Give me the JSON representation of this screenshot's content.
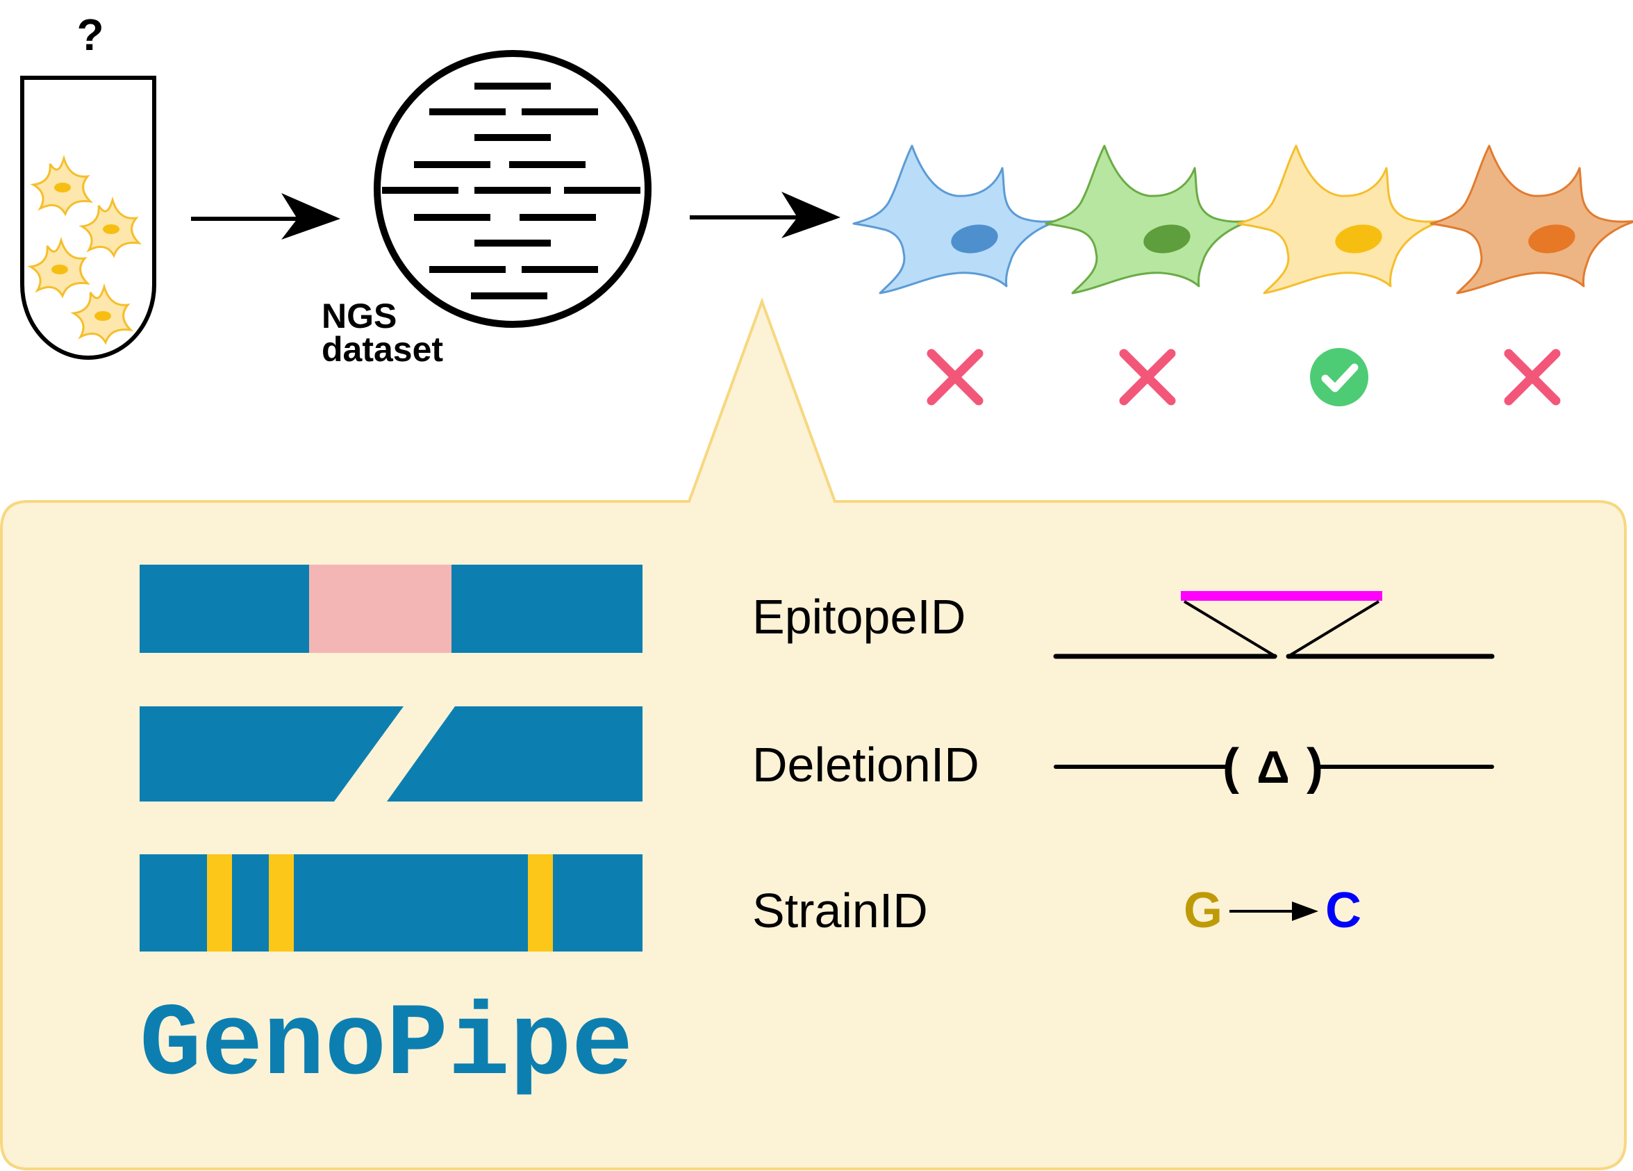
{
  "top": {
    "question_mark": "?",
    "ngs_label_line1": "NGS",
    "ngs_label_line2": "dataset"
  },
  "cells": [
    {
      "name": "blue-cell",
      "fill": "#B9DCF8",
      "stroke": "#5B9BD5",
      "nucleus": "#4E90CE",
      "result": "cross"
    },
    {
      "name": "green-cell",
      "fill": "#B7E6A0",
      "stroke": "#6AAB45",
      "nucleus": "#5E9E3C",
      "result": "cross"
    },
    {
      "name": "yellow-cell",
      "fill": "#FDE7AC",
      "stroke": "#F5BE2C",
      "nucleus": "#F7BE12",
      "result": "check"
    },
    {
      "name": "orange-cell",
      "fill": "#EDB583",
      "stroke": "#E27B2E",
      "nucleus": "#E67826",
      "result": "cross"
    }
  ],
  "colors": {
    "cross": "#F2577A",
    "check_bg": "#4DCC75",
    "panel_fill": "#FCF2D6",
    "panel_stroke": "#F7D880",
    "bar_blue": "#0C7FB0",
    "epitope_pink": "#F4B5B5",
    "strain_yellow": "#FCC719",
    "magenta": "#FF00FF",
    "g_color": "#BF9A08",
    "c_color": "#0000FF"
  },
  "panel": {
    "rows": [
      {
        "label": "EpitopeID"
      },
      {
        "label": "DeletionID"
      },
      {
        "label": "StrainID"
      }
    ],
    "deletion_symbol": "Δ",
    "deletion_paren_open": "(",
    "deletion_paren_close": ")",
    "snp_from": "G",
    "snp_to": "C",
    "brand": "GenoPipe"
  }
}
